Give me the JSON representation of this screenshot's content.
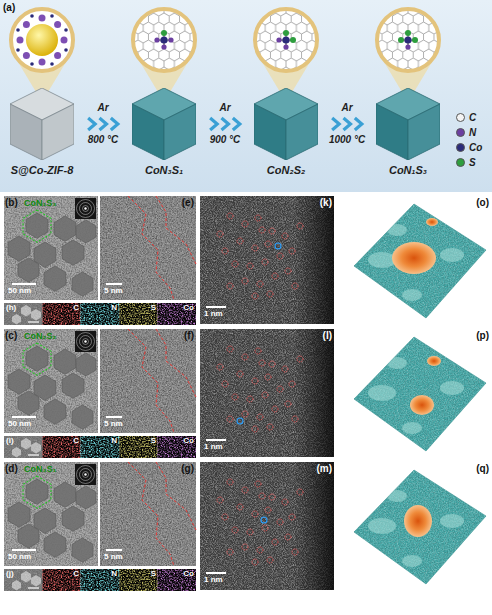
{
  "diagram": {
    "nodes": [
      {
        "text": [
          "S@Co-ZIF-8"
        ]
      },
      {
        "text": [
          "CoN₃S₁"
        ]
      },
      {
        "text": [
          "CoN₂S₂"
        ]
      },
      {
        "text": [
          "CoN₁S₃"
        ]
      }
    ],
    "edges": [
      {
        "from": 0,
        "to": 1,
        "label": "Ar",
        "arrow": "to"
      },
      {
        "from": 1,
        "to": 2,
        "label": "Ar",
        "arrow": "to"
      },
      {
        "from": 2,
        "to": 3,
        "label": "Ar",
        "arrow": "to"
      }
    ],
    "labels": [
      "(a)",
      "800 °C",
      "900 °C",
      "1000 °C",
      "(b)",
      "CoN₁S₃",
      "50 nm",
      "(e)",
      "5 nm",
      "(k)",
      "1 nm",
      "(o)",
      "(h)",
      "C",
      "N",
      "S",
      "Co",
      "(c)",
      "CoN₂S₂",
      "50 nm",
      "(f)",
      "5 nm",
      "(l)",
      "1 nm",
      "(p)",
      "(i)",
      "C",
      "N",
      "S",
      "Co",
      "(d)",
      "CoN₃S₁",
      "50 nm",
      "(g)",
      "5 nm",
      "(m)",
      "1 nm",
      "(q)",
      "(j)",
      "C",
      "N",
      "S",
      "Co"
    ],
    "legend": [
      {
        "text": "C",
        "color": "#f4f4f4"
      },
      {
        "text": "N",
        "color": "#6b3fa0"
      },
      {
        "text": "Co",
        "color": "#2b2b7a"
      },
      {
        "text": "S",
        "color": "#2e9e3e"
      }
    ]
  }
}
